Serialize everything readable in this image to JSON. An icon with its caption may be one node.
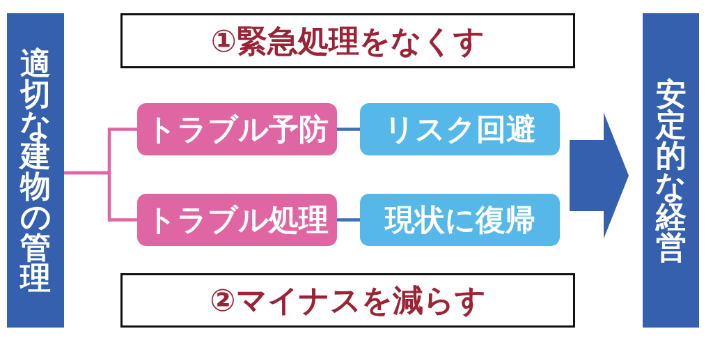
{
  "diagram": {
    "nodes": [
      {
        "text": [
          "適切な建物の管理"
        ]
      },
      {
        "text": [
          "①緊急処理をなくす"
        ]
      },
      {
        "text": [
          "トラブル予防"
        ]
      },
      {
        "text": [
          "リスク回避"
        ]
      },
      {
        "text": [
          "トラブル処理"
        ]
      },
      {
        "text": [
          "現状に復帰"
        ]
      },
      {
        "text": [
          "②マイナスを減らす"
        ]
      },
      {
        "text": [
          "安定的な経営"
        ]
      }
    ],
    "edges": [
      {
        "from": 0,
        "to": 2,
        "arrow": "none",
        "color": "#e066a3"
      },
      {
        "from": 0,
        "to": 4,
        "arrow": "none",
        "color": "#e066a3"
      },
      {
        "from": 2,
        "to": 3,
        "arrow": "none",
        "color": "#3b6fb6"
      },
      {
        "from": 4,
        "to": 5,
        "arrow": "none",
        "color": "#3b6fb6"
      },
      {
        "from": null,
        "to": 7,
        "arrow": "to",
        "style": "thick",
        "color": "#3560ad"
      }
    ]
  }
}
